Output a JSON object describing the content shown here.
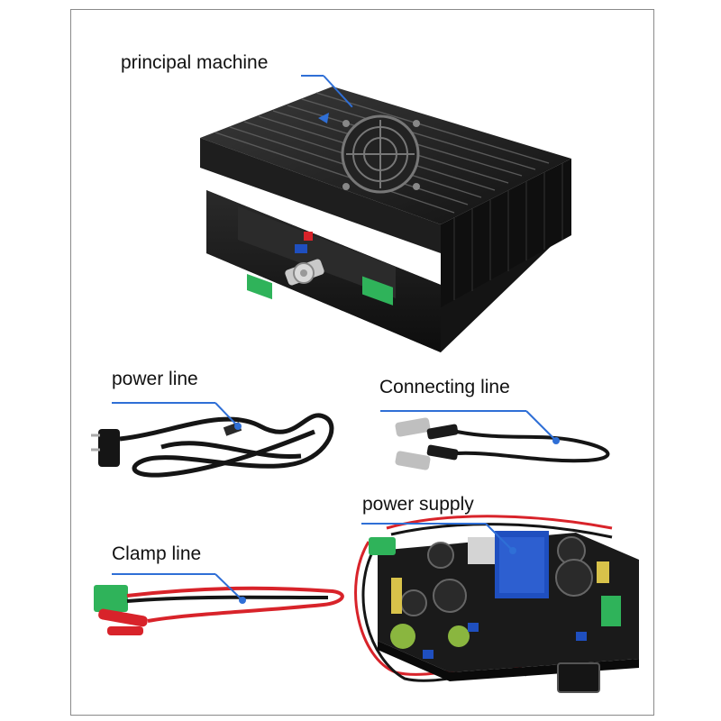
{
  "labels": {
    "principal_machine": "principal machine",
    "power_line": "power line",
    "connecting_line": "Connecting line",
    "power_supply": "power supply",
    "clamp_line": "Clamp line"
  },
  "colors": {
    "callout": "#2f6fd6",
    "heatsink": "#1b1b1b",
    "terminal": "#2fb35a",
    "cable_red": "#d8232a",
    "cable_black": "#151515",
    "pcb": "#1a1a1a",
    "relay": "#1f4fbf"
  }
}
